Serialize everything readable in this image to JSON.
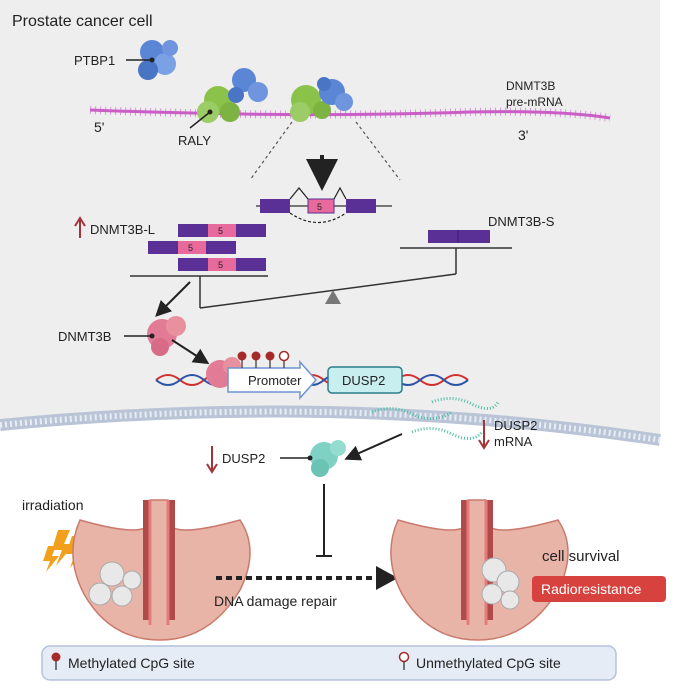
{
  "cell": {
    "title": "Prostate cancer cell"
  },
  "proteins": {
    "ptbp1": "PTBP1",
    "raly": "RALY",
    "dnmt3b": "DNMT3B"
  },
  "rna": {
    "name_line1": "DNMT3B",
    "name_line2": "pre-mRNA",
    "five_prime": "5'",
    "three_prime": "3'",
    "exon_label": "5"
  },
  "isoforms": {
    "long": "DNMT3B-L",
    "short": "DNMT3B-S"
  },
  "gene": {
    "promoter": "Promoter",
    "dusp2": "DUSP2"
  },
  "mrna": {
    "line1": "DUSP2",
    "line2": "mRNA"
  },
  "protein_dusp2": "DUSP2",
  "bottom": {
    "irradiation": "irradiation",
    "dna_repair": "DNA damage repair",
    "cell_survival": "cell survival",
    "radioresistance": "Radioresistance"
  },
  "legend": {
    "methylated": "Methylated CpG site",
    "unmethylated": "Unmethylated CpG site"
  },
  "colors": {
    "cell_fill": "#eeeeee",
    "membrane": "#c9d3e1",
    "rna_pink": "#c95fc6",
    "exon_purple": "#5a2f96",
    "exon_pink": "#e86a9c",
    "raly_green": "#8bc34a",
    "ptbp1_blue": "#5b86d6",
    "dnmt3b_pink": "#e17b96",
    "dusp2_teal": "#7fd1c3",
    "up_down_arrow": "#a3343a",
    "methyl_red": "#a52a2a",
    "radioresistance_red": "#d7423e",
    "bolt_orange": "#f2a01b",
    "legend_bg": "#e6ecf6"
  }
}
